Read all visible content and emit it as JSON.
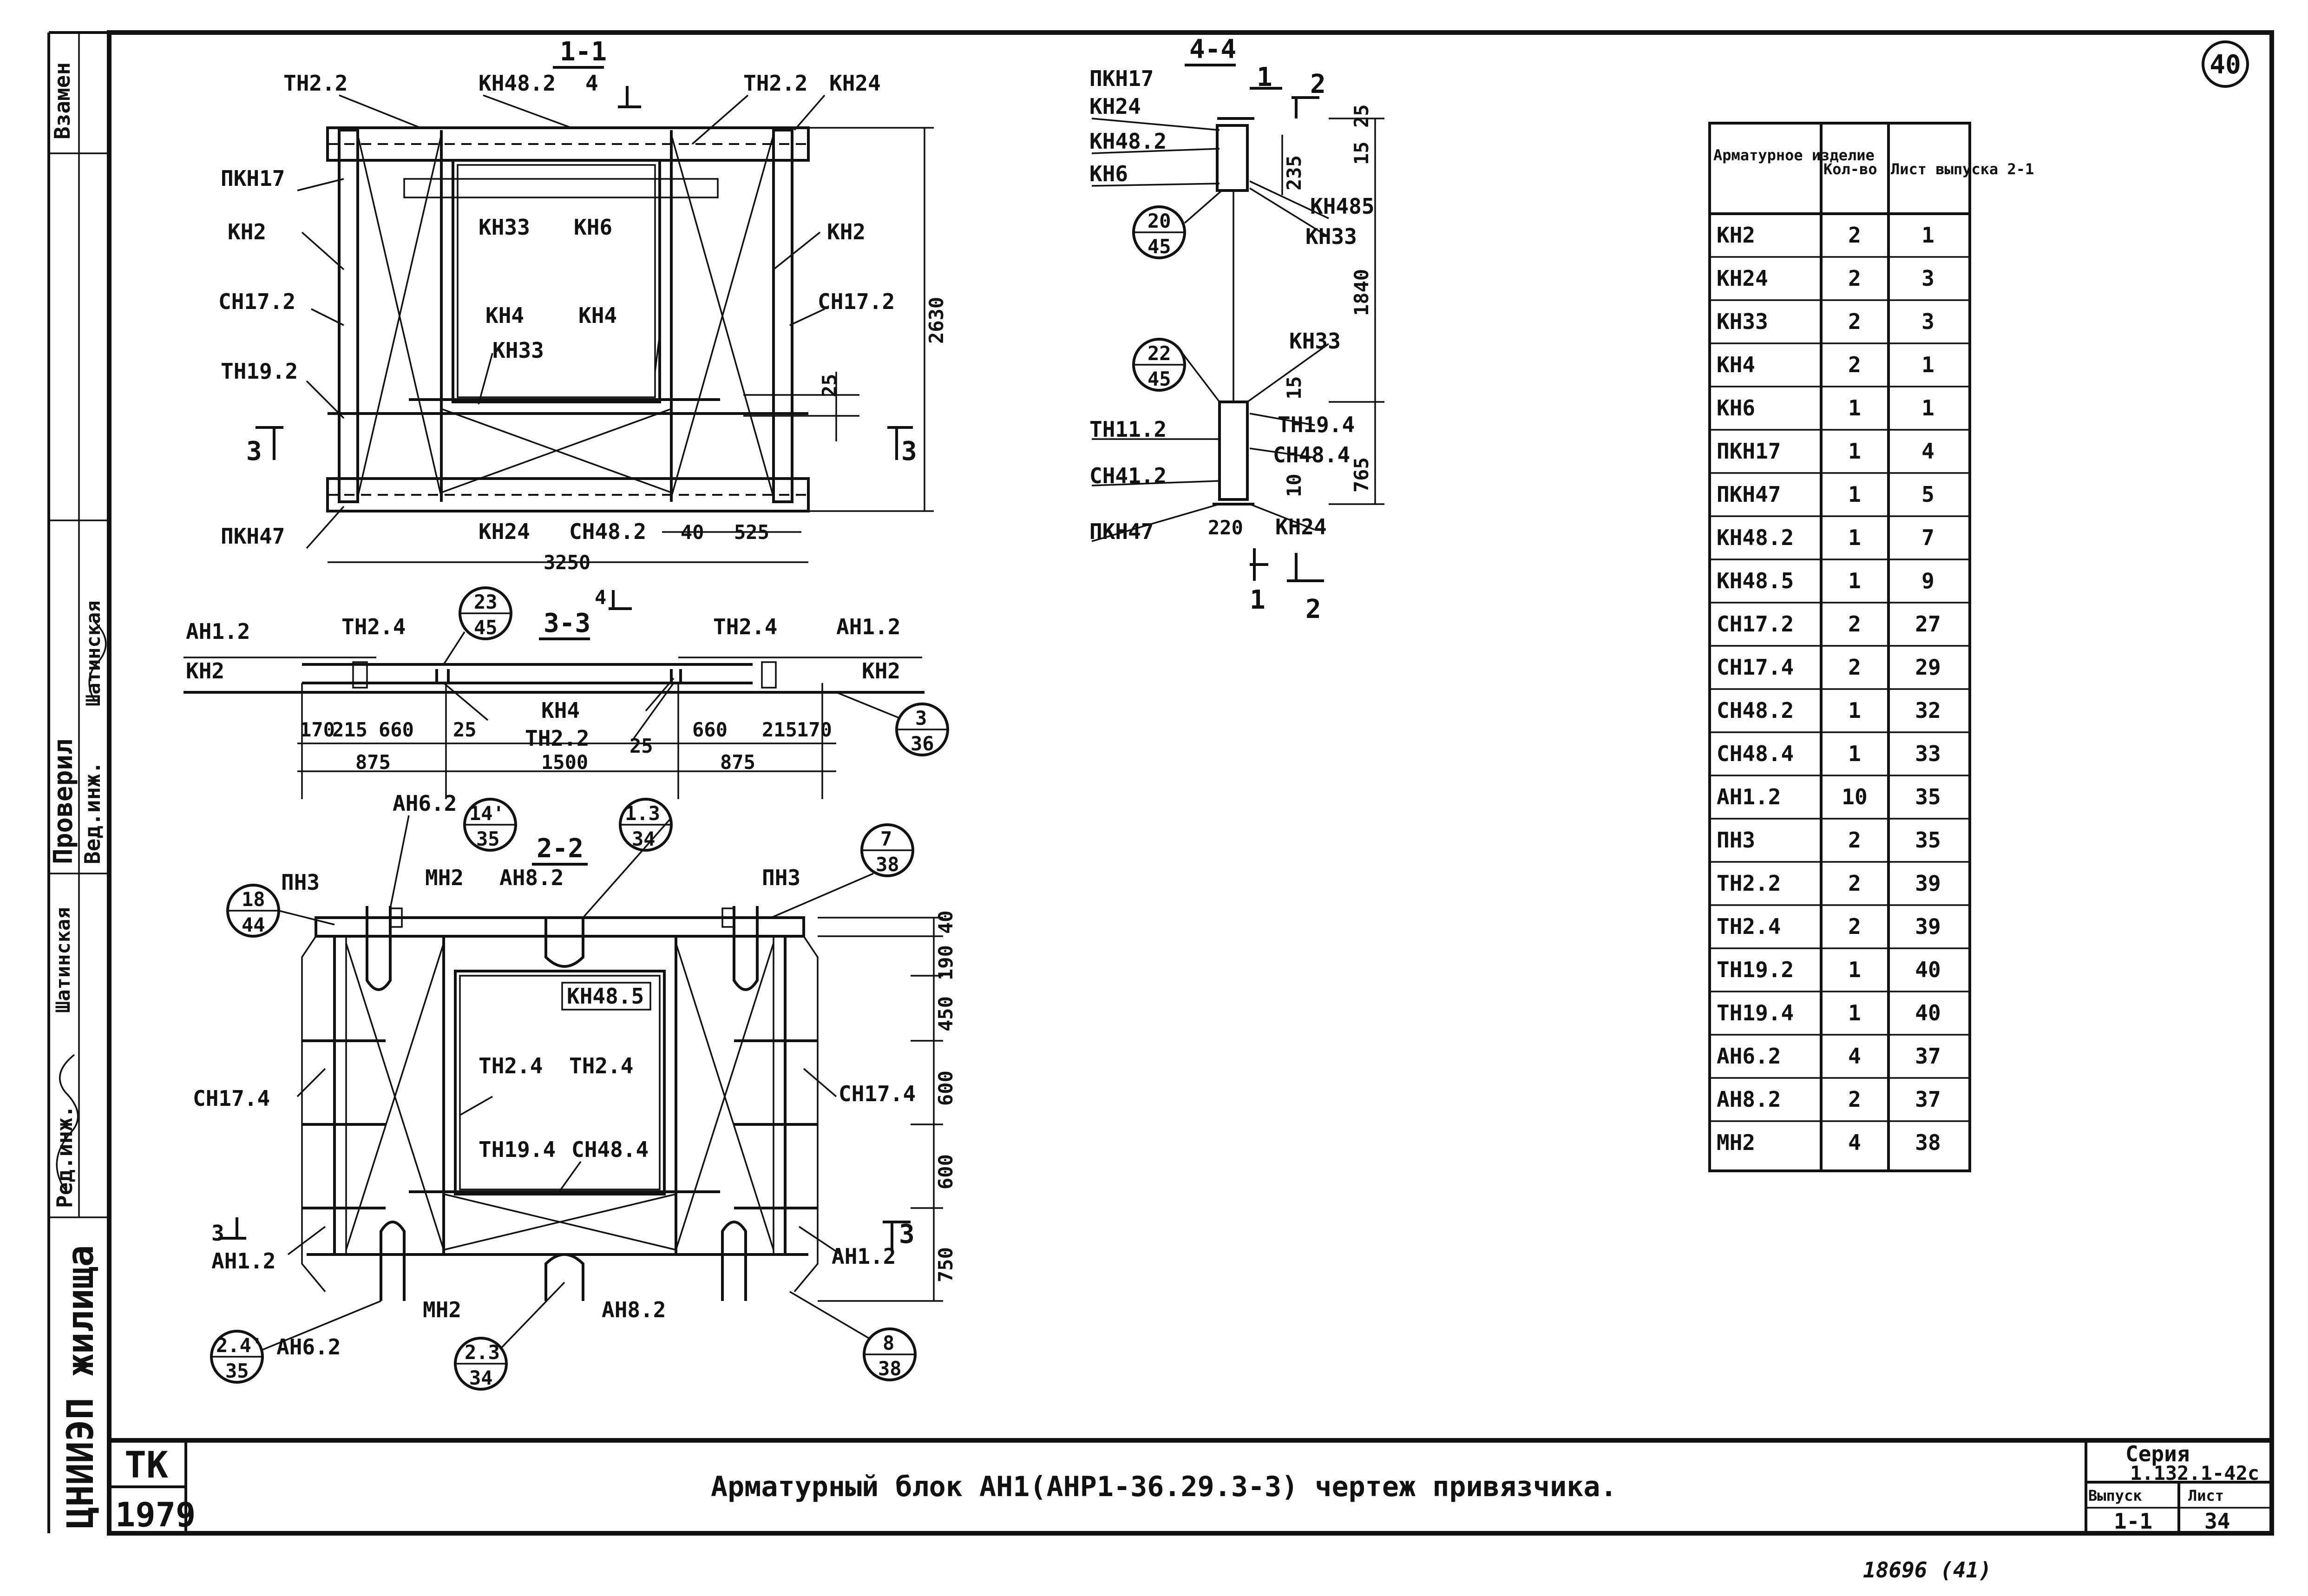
{
  "sheet_number": "40",
  "title": "Арматурный блок АН1(АНР1-36.29.3-3) чертеж привязчика.",
  "org": "ЦНИИЭП жилища",
  "tk": "ТК",
  "year": "1979",
  "stamp": {
    "series_label": "Серия",
    "series": "1.132.1-42с",
    "issue_label": "Выпуск",
    "issue": "1-1",
    "sheet_label": "Лист",
    "sheet": "34"
  },
  "bottom_note": "18696 (41)",
  "side_strip": {
    "replaces": "Взамен",
    "checked": "Проверил",
    "lead_eng": "Вед.инж.",
    "lead_eng_name": "Шатинская",
    "dept_eng": "Ред.инж.",
    "dept_eng_name": "Шатинская"
  },
  "section_1_1": {
    "title": "1-1",
    "labels": [
      "ТН2.2",
      "КН48.2",
      "ТН2.2",
      "КН24",
      "ПКН17",
      "КН2",
      "КН33",
      "КН6",
      "КН2",
      "СН17.2",
      "КН4",
      "КН4",
      "СН17.2",
      "КН33",
      "ТН19.2",
      "ПКН47",
      "КН24",
      "СН48.2"
    ],
    "cut_mark_4": "4",
    "cut_mark_3": "3",
    "dims": [
      "2630",
      "25",
      "40",
      "525",
      "3250"
    ]
  },
  "section_4_4": {
    "title": "4-4",
    "labels": [
      "ПКН17",
      "КН24",
      "КН48.2",
      "КН6",
      "КН485",
      "КН33",
      "КН33",
      "ТН19.4",
      "СН48.4",
      "ТН11.2",
      "СН41.2",
      "ПКН47",
      "КН24"
    ],
    "refs": [
      {
        "top": "20",
        "bottom": "45"
      },
      {
        "top": "22",
        "bottom": "45"
      }
    ],
    "cut_marks": [
      "1",
      "2"
    ],
    "dims": [
      "25",
      "15",
      "235",
      "1840",
      "15",
      "765",
      "10",
      "220"
    ]
  },
  "section_3_3": {
    "title": "3-3",
    "labels": [
      "АН1.2",
      "ТН2.4",
      "ТН2.4",
      "АН1.2",
      "КН2",
      "КН4",
      "ТН2.2",
      "КН2"
    ],
    "refs": [
      {
        "top": "23",
        "bottom": "45"
      },
      {
        "top": "3",
        "bottom": "36"
      }
    ],
    "dims": [
      "170",
      "215",
      "660",
      "25",
      "875",
      "1500",
      "25",
      "660",
      "215",
      "170",
      "875"
    ]
  },
  "section_2_2": {
    "title": "2-2",
    "labels": [
      "АН6.2",
      "ПН3",
      "МН2",
      "АН8.2",
      "ПН3",
      "КН48.5",
      "ТН2.4",
      "ТН2.4",
      "СН17.4",
      "СН17.4",
      "ТН19.4",
      "СН48.4",
      "АН1.2",
      "АН1.2",
      "МН2",
      "АН8.2",
      "АН6.2"
    ],
    "refs": [
      {
        "top": "14'",
        "bottom": "35"
      },
      {
        "top": "1.3",
        "bottom": "34"
      },
      {
        "top": "18",
        "bottom": "44"
      },
      {
        "top": "7",
        "bottom": "38"
      },
      {
        "top": "2.4'",
        "bottom": "35"
      },
      {
        "top": "2.3",
        "bottom": "34"
      },
      {
        "top": "8",
        "bottom": "38"
      }
    ],
    "dims": [
      "40",
      "190",
      "450",
      "600",
      "600",
      "750"
    ]
  },
  "table": {
    "headers": [
      "Арматурное изделие",
      "Кол-во",
      "Лист выпуска 2-1"
    ],
    "rows": [
      [
        "КН2",
        "2",
        "1"
      ],
      [
        "КН24",
        "2",
        "3"
      ],
      [
        "КН33",
        "2",
        "3"
      ],
      [
        "КН4",
        "2",
        "1"
      ],
      [
        "КН6",
        "1",
        "1"
      ],
      [
        "ПКН17",
        "1",
        "4"
      ],
      [
        "ПКН47",
        "1",
        "5"
      ],
      [
        "КН48.2",
        "1",
        "7"
      ],
      [
        "КН48.5",
        "1",
        "9"
      ],
      [
        "СН17.2",
        "2",
        "27"
      ],
      [
        "СН17.4",
        "2",
        "29"
      ],
      [
        "СН48.2",
        "1",
        "32"
      ],
      [
        "СН48.4",
        "1",
        "33"
      ],
      [
        "АН1.2",
        "10",
        "35"
      ],
      [
        "ПН3",
        "2",
        "35"
      ],
      [
        "ТН2.2",
        "2",
        "39"
      ],
      [
        "ТН2.4",
        "2",
        "39"
      ],
      [
        "ТН19.2",
        "1",
        "40"
      ],
      [
        "ТН19.4",
        "1",
        "40"
      ],
      [
        "АН6.2",
        "4",
        "37"
      ],
      [
        "АН8.2",
        "2",
        "37"
      ],
      [
        "МН2",
        "4",
        "38"
      ]
    ]
  }
}
